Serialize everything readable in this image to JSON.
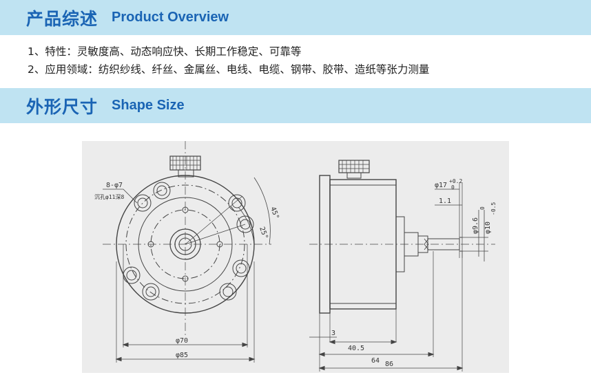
{
  "section1": {
    "title_cn": "产品综述",
    "title_en": "Product Overview"
  },
  "bullets": [
    "1、特性：灵敏度高、动态响应快、长期工作稳定、可靠等",
    "2、应用领域：纺织纱线、纤丝、金属丝、电线、电缆、钢带、胶带、造纸等张力测量"
  ],
  "section2": {
    "title_cn": "外形尺寸",
    "title_en": "Shape Size"
  },
  "drawing": {
    "front": {
      "holes_label": "8-φ7",
      "counterbore_label": "沉孔φ11深8",
      "angle_45": "45°",
      "angle_25": "25°",
      "dim_70": "φ70",
      "dim_85": "φ85"
    },
    "side": {
      "shaft_dia": "φ17",
      "shaft_tol_upper": "+0.2",
      "shaft_tol_lower": "0",
      "dim_1_1": "1.1",
      "dim_9_6": "φ9.6",
      "dim_10": "φ10",
      "dim_10_tol_upper": "0",
      "dim_10_tol_lower": "-0.5",
      "dim_3": "3",
      "dim_40_5": "40.5",
      "dim_64": "64",
      "dim_86": "86"
    }
  },
  "colors": {
    "band": "#bfe3f2",
    "title": "#1a64b4"
  }
}
